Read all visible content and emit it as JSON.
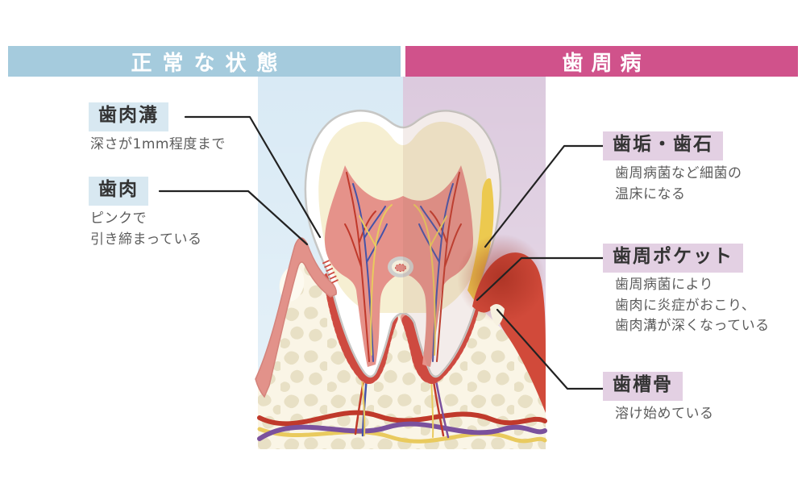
{
  "headers": {
    "normal": {
      "label": "正常な状態",
      "bg": "#a5cbdd",
      "text_color": "#ffffff"
    },
    "disease": {
      "label": "歯周病",
      "bg": "#d0528b",
      "text_color": "#ffffff"
    }
  },
  "annotations": {
    "left": [
      {
        "term": "歯肉溝",
        "description": "深さが1mm程度まで",
        "label_bg": "#d8e8f1"
      },
      {
        "term": "歯肉",
        "description": "ピンクで\n引き締まっている",
        "label_bg": "#d8e8f1"
      }
    ],
    "right": [
      {
        "term": "歯垢・歯石",
        "description": "歯周病菌など細菌の\n温床になる",
        "label_bg": "#e3d0e3"
      },
      {
        "term": "歯周ポケット",
        "description": "歯周病菌により\n歯肉に炎症がおこり、\n歯肉溝が深くなっている",
        "label_bg": "#e3d0e3"
      },
      {
        "term": "歯槽骨",
        "description": "溶け始めている",
        "label_bg": "#e3d0e3"
      }
    ]
  },
  "illustration": {
    "colors": {
      "band_normal": "#d9eaf5",
      "band_disease": "#dccade",
      "bone": "#faf5e6",
      "bone_pebble": "#e8e0c5",
      "gum_healthy": "#e2928a",
      "gum_healthy_outline": "#d4837b",
      "gum_inflamed": "#d14a3a",
      "enamel": "#ffffff",
      "enamel_outline": "#c7c7c5",
      "dentin": "#f6efd2",
      "pulp": "#e5928a",
      "ligament": "#e59a91",
      "ligament_tick": "#ce4a40",
      "tartar": "#ecc94f",
      "vessel_red": "#c0392b",
      "vessel_blue": "#4553a8",
      "vessel_purple": "#7b519d",
      "vessel_yellow": "#e9ca5e",
      "leader_line": "#222222"
    }
  }
}
